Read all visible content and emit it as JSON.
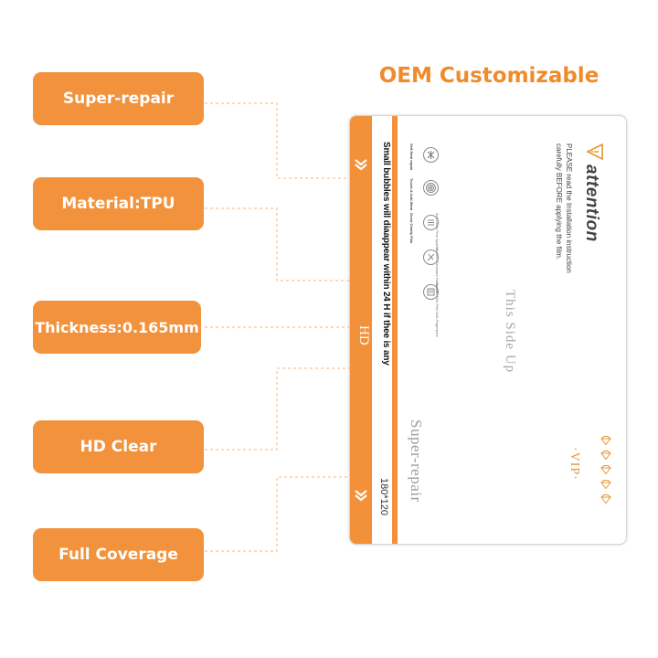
{
  "header": {
    "title": "OEM Customizable"
  },
  "features": [
    {
      "label": "Super-repair"
    },
    {
      "label": "Material:TPU"
    },
    {
      "label": "Thickness:0.165mm"
    },
    {
      "label": "HD Clear"
    },
    {
      "label": "Full Coverage"
    }
  ],
  "film": {
    "notice": "Small bubbles will diaappear within 24 H if thee is any",
    "hd_label": "HD",
    "size_label": "180*120",
    "attention_title": "attention",
    "attention_line1": "PLEASE read the Installation instruction",
    "attention_line2": "carefully BEFORE applying the film.",
    "side_text": "This Side Up",
    "brand_text": "Super-repair",
    "vip_text": "·VIP·",
    "icons": [
      {
        "name": "self-repair-icon",
        "label": "Self-Heal repair",
        "sub": ""
      },
      {
        "name": "fingerprint-icon",
        "label": "Touch & Anti-Wear",
        "sub": ""
      },
      {
        "name": "anti-glare-icon",
        "label": "Good Clarity Film",
        "sub": "Anti-Glare Fine Sparkle"
      },
      {
        "name": "scratch-icon",
        "label": "",
        "sub": "Scratch-Resistant Hardness"
      },
      {
        "name": "surface-icon",
        "label": "",
        "sub": "Smooth Film Feel Anti-Fingerprint"
      }
    ],
    "colors": {
      "accent": "#f2913a",
      "vip": "#e8952f"
    }
  }
}
